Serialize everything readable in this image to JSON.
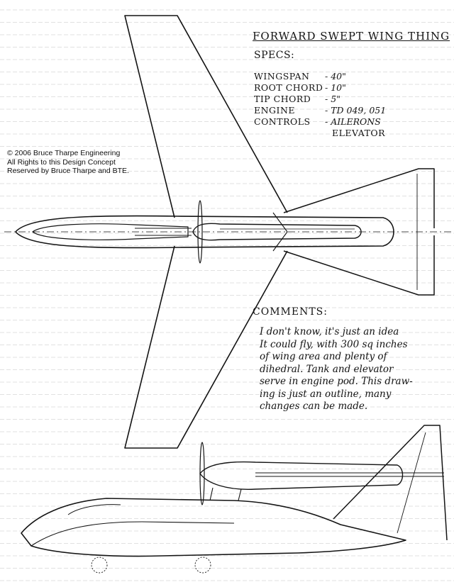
{
  "title": "FORWARD SWEPT WING THING",
  "specs": {
    "heading": "SPECS:",
    "items": [
      {
        "label": "WINGSPAN",
        "value": "- 40\""
      },
      {
        "label": "ROOT CHORD",
        "value": "- 10\""
      },
      {
        "label": "TIP CHORD",
        "value": "- 5\""
      },
      {
        "label": "ENGINE",
        "value": "- TD 049, 051"
      },
      {
        "label": "CONTROLS",
        "value": "- AILERONS"
      },
      {
        "label": "",
        "value": "ELEVATOR"
      }
    ]
  },
  "copyright": [
    "© 2006 Bruce Tharpe Engineering",
    "All Rights to this Design Concept",
    "Reserved by Bruce Tharpe and BTE."
  ],
  "comments": {
    "heading": "COMMENTS:",
    "lines": [
      "I don't know, it's just an idea",
      "It could fly, with 300 sq inches",
      "of wing area and plenty of",
      "dihedral. Tank and elevator",
      "serve in engine pod. This draw-",
      "ing is just an outline, many",
      "changes can be made."
    ]
  },
  "colors": {
    "ink": "#141414",
    "ruled_line": "#c4c4c4",
    "paper": "#ffffff"
  }
}
